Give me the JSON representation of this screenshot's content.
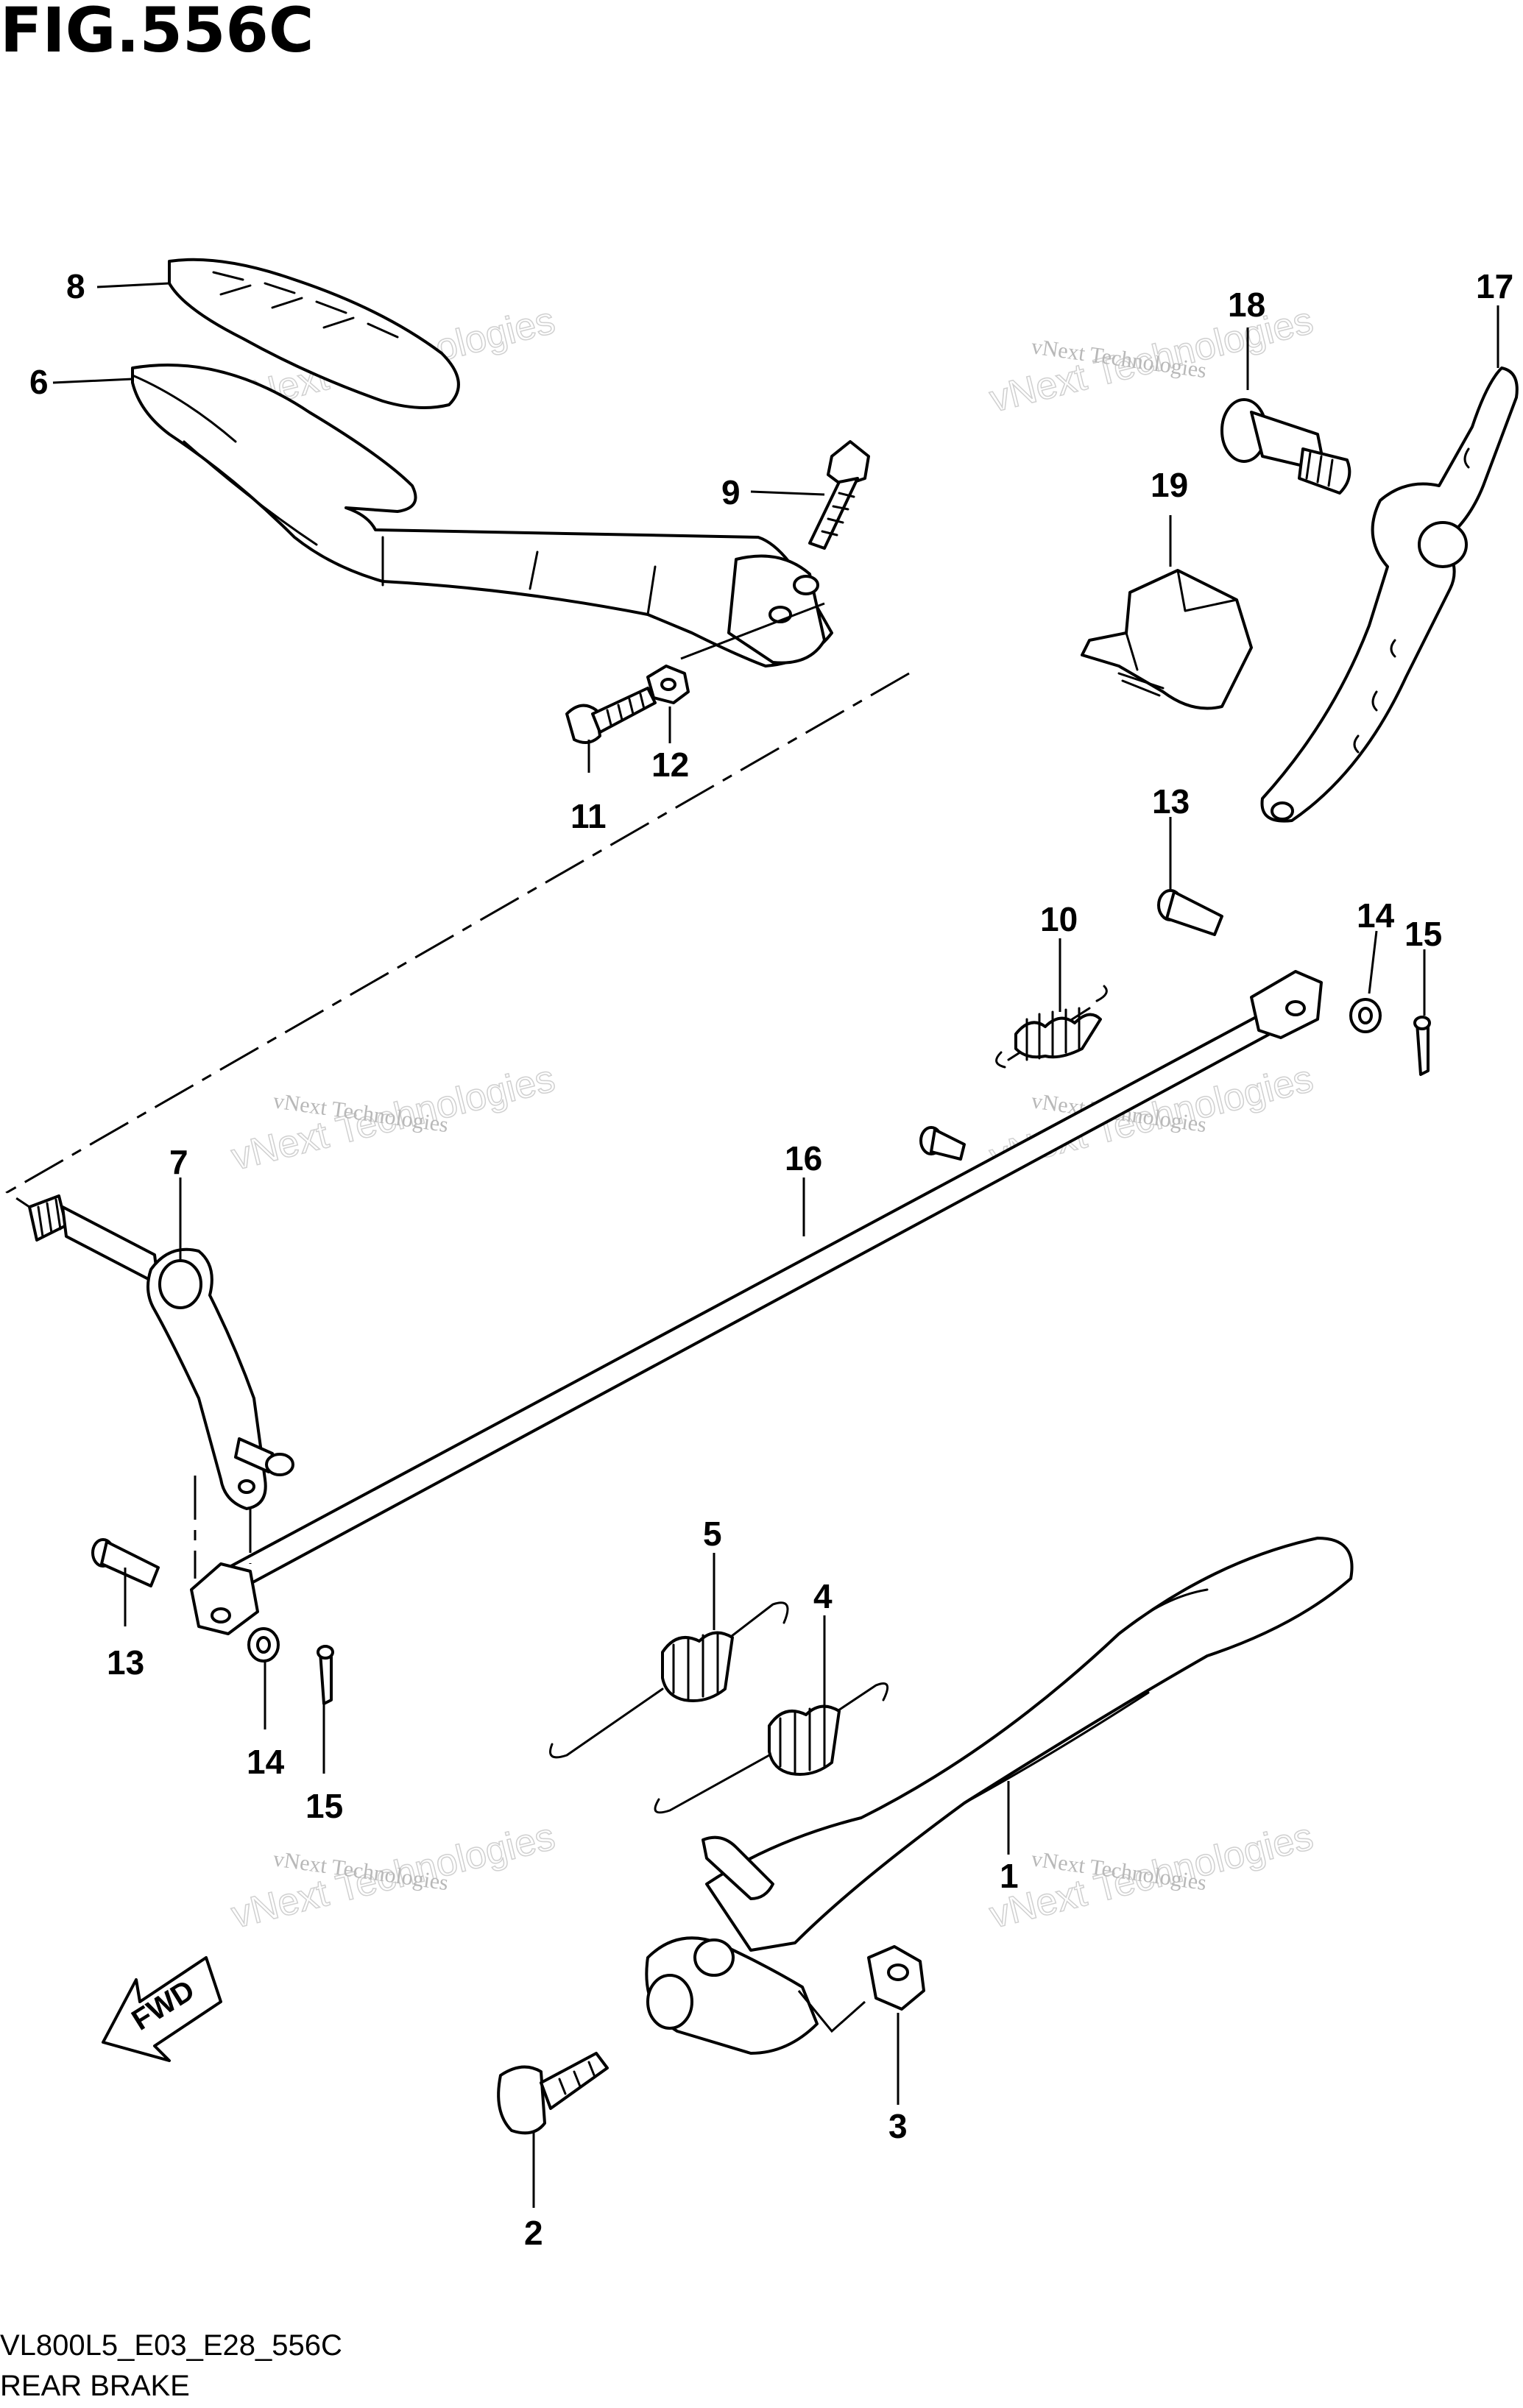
{
  "figure": {
    "title": "FIG.556C",
    "model_code": "VL800L5_E03_E28_556C",
    "section_name": "REAR BRAKE"
  },
  "watermark": {
    "small_text": "vNext Technologies",
    "large_text": "vNext Technologies"
  },
  "fwd_label": "FWD",
  "callouts": [
    {
      "id": "c-1",
      "label": "1"
    },
    {
      "id": "c-2",
      "label": "2"
    },
    {
      "id": "c-3",
      "label": "3"
    },
    {
      "id": "c-4",
      "label": "4"
    },
    {
      "id": "c-5",
      "label": "5"
    },
    {
      "id": "c-6",
      "label": "6"
    },
    {
      "id": "c-7",
      "label": "7"
    },
    {
      "id": "c-8",
      "label": "8"
    },
    {
      "id": "c-9",
      "label": "9"
    },
    {
      "id": "c-10",
      "label": "10"
    },
    {
      "id": "c-11",
      "label": "11"
    },
    {
      "id": "c-12",
      "label": "12"
    },
    {
      "id": "c-13a",
      "label": "13"
    },
    {
      "id": "c-13b",
      "label": "13"
    },
    {
      "id": "c-14a",
      "label": "14"
    },
    {
      "id": "c-14b",
      "label": "14"
    },
    {
      "id": "c-15a",
      "label": "15"
    },
    {
      "id": "c-15b",
      "label": "15"
    },
    {
      "id": "c-16",
      "label": "16"
    },
    {
      "id": "c-17",
      "label": "17"
    },
    {
      "id": "c-18",
      "label": "18"
    },
    {
      "id": "c-19",
      "label": "19"
    }
  ]
}
